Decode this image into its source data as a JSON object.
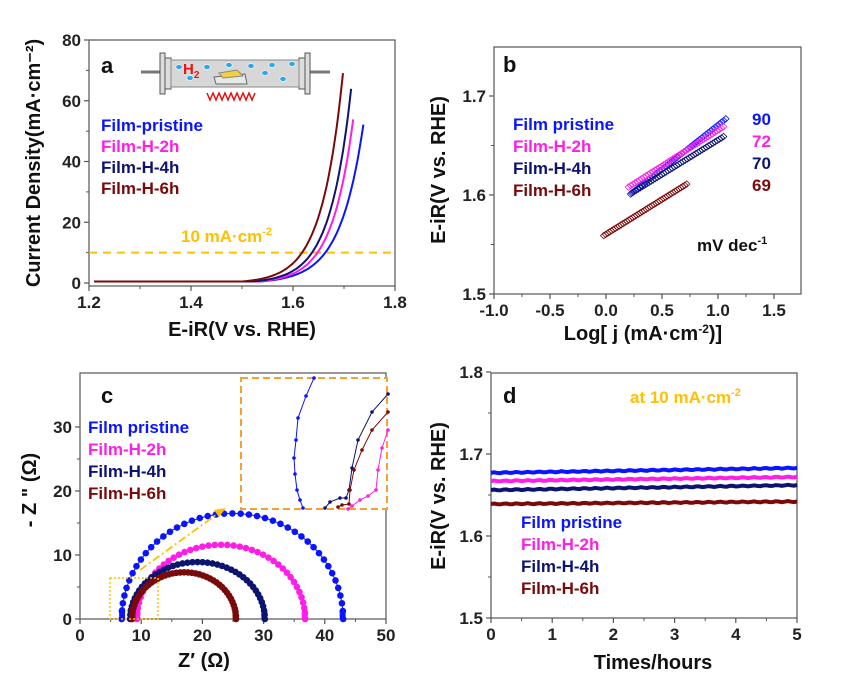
{
  "colors": {
    "pristine": "#0a14ff",
    "h2h": "#ff1ee6",
    "h4h": "#0d1470",
    "h6h": "#7a0a0a",
    "highlight": "#ffc000",
    "inset_box": "#f5a030",
    "h2_text": "#ee1111"
  },
  "chart_data": [
    {
      "panel": "a",
      "type": "line",
      "panel_label": "a",
      "xlabel": "E-iR(V vs. RHE)",
      "ylabel": "Current Density(mA·cm⁻²)",
      "xlim": [
        1.2,
        1.8
      ],
      "ylim": [
        0,
        80
      ],
      "xticks": [
        "1.2",
        "1.4",
        "1.6",
        "1.8"
      ],
      "yticks": [
        "0",
        "20",
        "40",
        "60",
        "80"
      ],
      "reference_line": {
        "y": 10,
        "label": "10 mA·cm",
        "label_sup": "-2"
      },
      "inset": {
        "gas_label": "H",
        "gas_sub": "2"
      },
      "series": [
        {
          "name": "Film-pristine",
          "color_key": "pristine",
          "onset": 1.535,
          "end_x": 1.74,
          "end_y": 54
        },
        {
          "name": "Film-H-2h",
          "color_key": "h2h",
          "onset": 1.53,
          "end_x": 1.72,
          "end_y": 56
        },
        {
          "name": "Film-H-4h",
          "color_key": "h4h",
          "onset": 1.52,
          "end_x": 1.715,
          "end_y": 65
        },
        {
          "name": "Film-H-6h",
          "color_key": "h6h",
          "onset": 1.5,
          "end_x": 1.7,
          "end_y": 72
        }
      ]
    },
    {
      "panel": "b",
      "type": "scatter",
      "panel_label": "b",
      "xlabel": "Log[ j (mA·cm",
      "xlabel_sup": "-2",
      "xlabel_end": ")]",
      "ylabel": "E-iR(V vs. RHE)",
      "xlim": [
        -1.0,
        1.75
      ],
      "ylim": [
        1.5,
        1.75
      ],
      "xticks": [
        "-1.0",
        "-0.5",
        "0.0",
        "0.5",
        "1.0",
        "1.5"
      ],
      "yticks": [
        "1.5",
        "1.6",
        "1.7"
      ],
      "unit_label": "mV dec",
      "unit_sup": "-1",
      "series": [
        {
          "name": "Film pristine",
          "color_key": "pristine",
          "slope_label": "90",
          "x": [
            0.22,
            1.07
          ],
          "y": [
            1.601,
            1.677
          ]
        },
        {
          "name": "Film-H-2h",
          "color_key": "h2h",
          "slope_label": "72",
          "x": [
            0.2,
            1.05
          ],
          "y": [
            1.608,
            1.669
          ]
        },
        {
          "name": "Film-H-4h",
          "color_key": "h4h",
          "slope_label": "70",
          "x": [
            0.23,
            1.05
          ],
          "y": [
            1.602,
            1.659
          ]
        },
        {
          "name": "Film-H-6h",
          "color_key": "h6h",
          "slope_label": "69",
          "x": [
            -0.02,
            0.72
          ],
          "y": [
            1.559,
            1.611
          ]
        }
      ]
    },
    {
      "panel": "c",
      "type": "scatter",
      "panel_label": "c",
      "xlabel": "Z′  (Ω)",
      "ylabel": "- Z \" (Ω)",
      "xlim": [
        0,
        50
      ],
      "ylim": [
        0,
        38
      ],
      "xticks": [
        "0",
        "10",
        "20",
        "30",
        "40",
        "50"
      ],
      "yticks": [
        "0",
        "10",
        "20",
        "30"
      ],
      "series": [
        {
          "name": "Film pristine",
          "color_key": "pristine",
          "r_start": 6.8,
          "r_end": 43.0,
          "peak": 16.5
        },
        {
          "name": "Film-H-2h",
          "color_key": "h2h",
          "r_start": 9.3,
          "r_end": 36.8,
          "peak": 11.6
        },
        {
          "name": "Film-H-4h",
          "color_key": "h4h",
          "r_start": 8.2,
          "r_end": 30.2,
          "peak": 8.9
        },
        {
          "name": "Film-H-6h",
          "color_key": "h6h",
          "r_start": 8.5,
          "r_end": 25.5,
          "peak": 7.3
        }
      ]
    },
    {
      "panel": "d",
      "type": "line",
      "panel_label": "d",
      "xlabel": "Times/hours",
      "ylabel": "E-iR(V vs. RHE)",
      "xlim": [
        0,
        5
      ],
      "ylim": [
        1.5,
        1.8
      ],
      "xticks": [
        "0",
        "1",
        "2",
        "3",
        "4",
        "5"
      ],
      "yticks": [
        "1.5",
        "1.6",
        "1.7",
        "1.8"
      ],
      "annotation": "at 10 mA·cm",
      "annotation_sup": "-2",
      "series": [
        {
          "name": "Film pristine",
          "color_key": "pristine",
          "start": 1.677,
          "end": 1.683
        },
        {
          "name": "Film-H-2h",
          "color_key": "h2h",
          "start": 1.667,
          "end": 1.672
        },
        {
          "name": "Film-H-4h",
          "color_key": "h4h",
          "start": 1.656,
          "end": 1.662
        },
        {
          "name": "Film-H-6h",
          "color_key": "h6h",
          "start": 1.639,
          "end": 1.642
        }
      ]
    }
  ]
}
